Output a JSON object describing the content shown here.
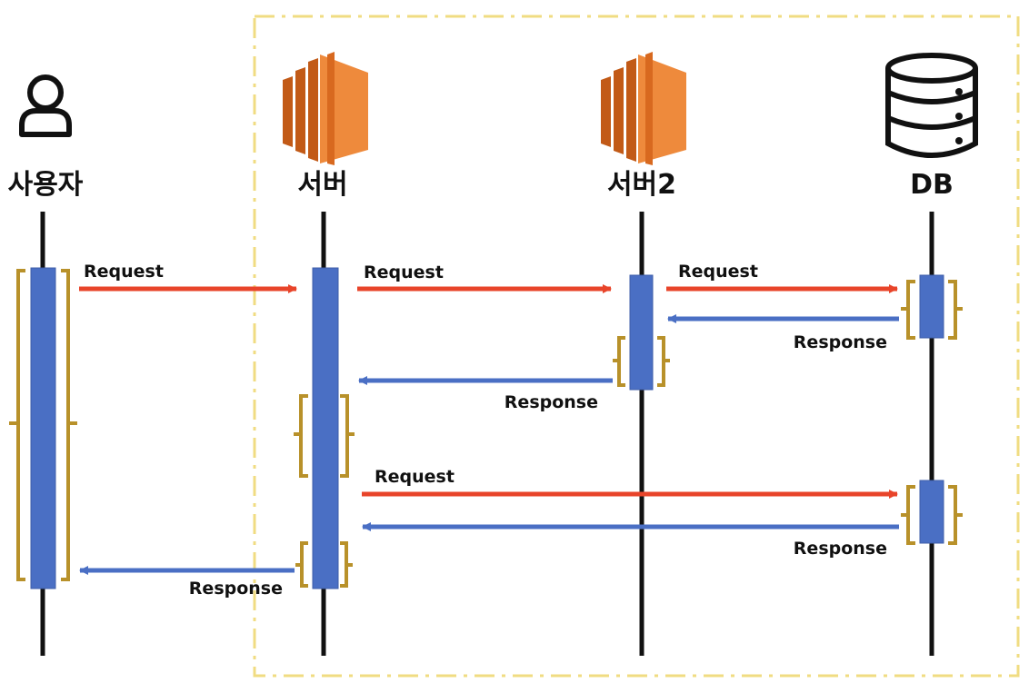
{
  "participants": {
    "user": {
      "label": "사용자",
      "icon": "user-icon"
    },
    "server": {
      "label": "서버",
      "icon": "server-icon"
    },
    "server2": {
      "label": "서버2",
      "icon": "server-icon"
    },
    "db": {
      "label": "DB",
      "icon": "database-icon"
    }
  },
  "messages": [
    {
      "from": "user",
      "to": "server",
      "label": "Request",
      "kind": "request"
    },
    {
      "from": "server",
      "to": "server2",
      "label": "Request",
      "kind": "request"
    },
    {
      "from": "server2",
      "to": "db",
      "label": "Request",
      "kind": "request"
    },
    {
      "from": "db",
      "to": "server2",
      "label": "Response",
      "kind": "response"
    },
    {
      "from": "server2",
      "to": "server",
      "label": "Response",
      "kind": "response"
    },
    {
      "from": "server",
      "to": "db",
      "label": "Request",
      "kind": "request"
    },
    {
      "from": "db",
      "to": "server",
      "label": "Response",
      "kind": "response"
    },
    {
      "from": "server",
      "to": "user",
      "label": "Response",
      "kind": "response"
    }
  ],
  "colors": {
    "request": "#e8442a",
    "response": "#4a6fc4",
    "activation": "#4a6fc4",
    "bracket": "#b8912a",
    "boundary": "#f0dc82",
    "server_orange": "#ee8a3c",
    "server_dark": "#c25a17"
  }
}
